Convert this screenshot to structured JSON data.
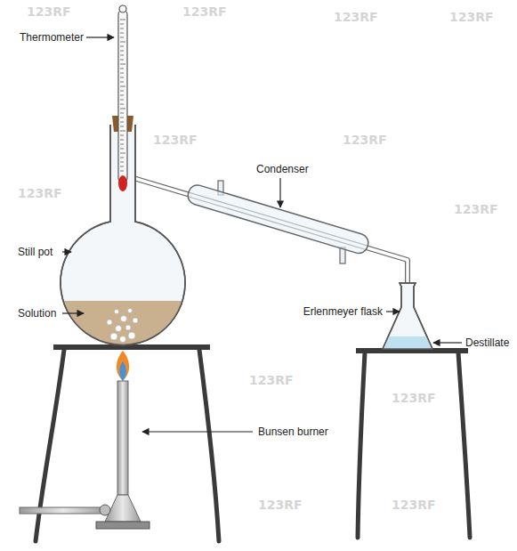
{
  "diagram": {
    "labels": [
      "Thermometer",
      "Condenser",
      "Still pot",
      "Solution",
      "Erlenmeyer flask",
      "Destillate",
      "Bunsen burner",
      "123RF",
      "123RF",
      "123RF",
      "123RF",
      "123RF",
      "123RF",
      "123RF",
      "123RF",
      "123RF",
      "123RF",
      "123RF",
      "123RF"
    ]
  }
}
